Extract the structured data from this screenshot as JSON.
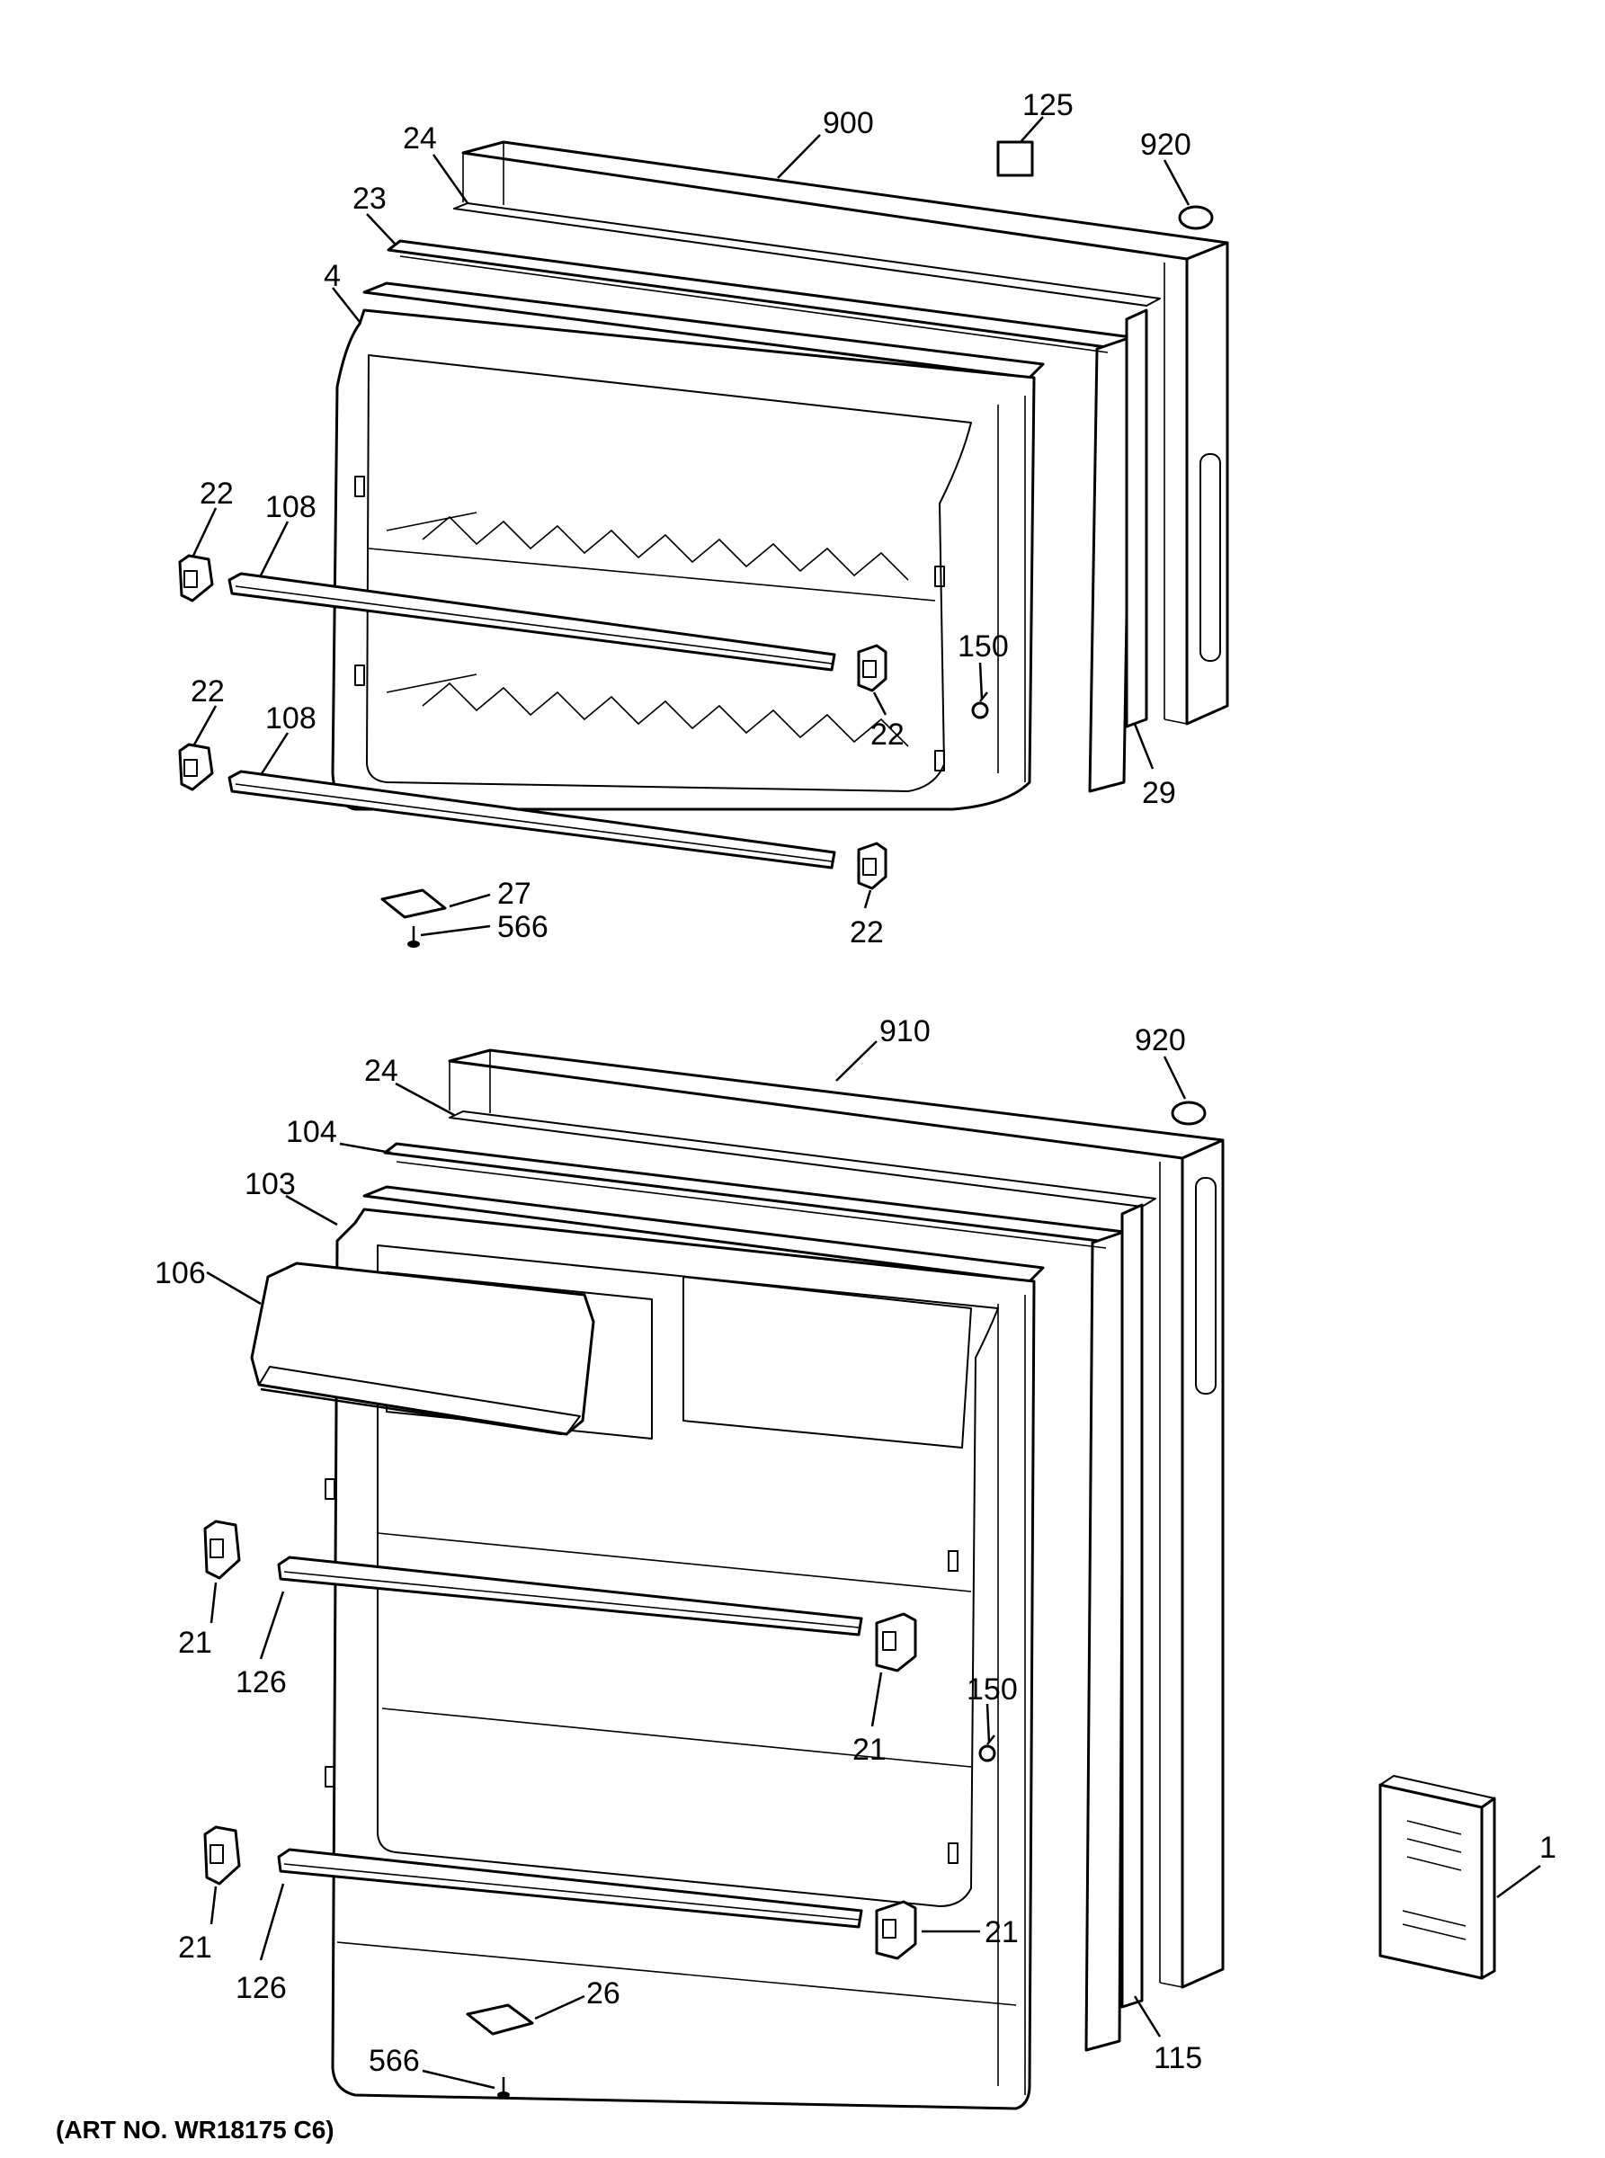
{
  "freezer_door": {
    "callouts": [
      {
        "id": "900",
        "text": "900"
      },
      {
        "id": "125",
        "text": "125"
      },
      {
        "id": "920",
        "text": "920"
      },
      {
        "id": "24",
        "text": "24"
      },
      {
        "id": "23",
        "text": "23"
      },
      {
        "id": "4",
        "text": "4"
      },
      {
        "id": "22a",
        "text": "22"
      },
      {
        "id": "108a",
        "text": "108"
      },
      {
        "id": "22b",
        "text": "22"
      },
      {
        "id": "108b",
        "text": "108"
      },
      {
        "id": "150",
        "text": "150"
      },
      {
        "id": "22c",
        "text": "22"
      },
      {
        "id": "29",
        "text": "29"
      },
      {
        "id": "22d",
        "text": "22"
      },
      {
        "id": "27",
        "text": "27"
      },
      {
        "id": "566",
        "text": "566"
      }
    ]
  },
  "fresh_food_door": {
    "callouts": [
      {
        "id": "910",
        "text": "910"
      },
      {
        "id": "920",
        "text": "920"
      },
      {
        "id": "24",
        "text": "24"
      },
      {
        "id": "104",
        "text": "104"
      },
      {
        "id": "103",
        "text": "103"
      },
      {
        "id": "106",
        "text": "106"
      },
      {
        "id": "21a",
        "text": "21"
      },
      {
        "id": "126a",
        "text": "126"
      },
      {
        "id": "21b",
        "text": "21"
      },
      {
        "id": "150",
        "text": "150"
      },
      {
        "id": "21c",
        "text": "21"
      },
      {
        "id": "126b",
        "text": "126"
      },
      {
        "id": "21d",
        "text": "21"
      },
      {
        "id": "115",
        "text": "115"
      },
      {
        "id": "26",
        "text": "26"
      },
      {
        "id": "566",
        "text": "566"
      },
      {
        "id": "1",
        "text": "1"
      }
    ]
  },
  "art_number": "(ART NO. WR18175 C6)"
}
